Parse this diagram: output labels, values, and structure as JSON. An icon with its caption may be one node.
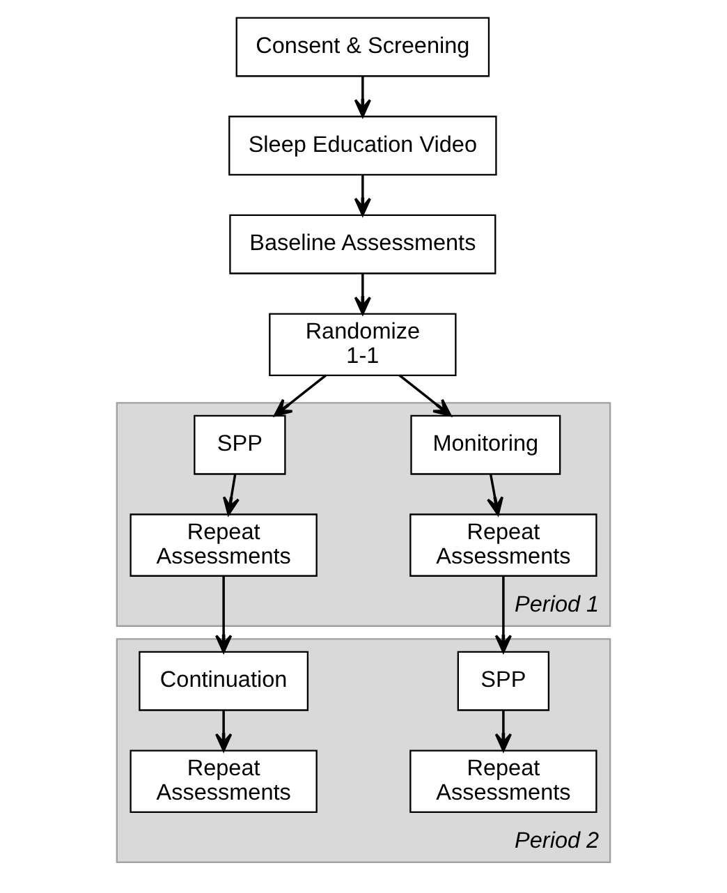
{
  "diagram": {
    "nodes": [
      {
        "text": [
          "Consent & Screening"
        ]
      },
      {
        "text": [
          "Sleep Education Video"
        ]
      },
      {
        "text": [
          "Baseline Assessments"
        ]
      },
      {
        "text": [
          "Randomize 1-1"
        ]
      },
      {
        "text": [
          "Period 1"
        ]
      },
      {
        "text": [
          "Monitoring"
        ],
        "in": 4
      },
      {
        "text": [
          "SPP"
        ],
        "in": 4
      },
      {
        "text": [
          "Repeat Assessments"
        ],
        "in": 4
      },
      {
        "text": [
          "Repeat Assessments"
        ],
        "in": 4
      },
      {
        "text": [
          "Period 2"
        ]
      },
      {
        "text": [
          "SPP"
        ],
        "in": 9
      },
      {
        "text": [
          "Continuation"
        ],
        "in": 9
      },
      {
        "text": [
          "Repeat Assessments"
        ],
        "in": 9
      },
      {
        "text": [
          "Repeat Assessments"
        ],
        "in": 9
      }
    ],
    "edges": [
      {
        "from": 0,
        "to": 1,
        "arrow": "to"
      },
      {
        "from": 1,
        "to": 2,
        "arrow": "to"
      },
      {
        "from": 2,
        "to": 3,
        "arrow": "to"
      },
      {
        "from": 3,
        "to": 5,
        "arrow": "to"
      },
      {
        "from": 3,
        "to": 6,
        "arrow": "to"
      },
      {
        "from": 5,
        "to": 7,
        "arrow": "to"
      },
      {
        "from": 6,
        "to": 8,
        "arrow": "to"
      },
      {
        "from": 7,
        "to": 10,
        "arrow": "to"
      },
      {
        "from": 8,
        "to": 11,
        "arrow": "to"
      },
      {
        "from": 10,
        "to": 12,
        "arrow": "to"
      },
      {
        "from": 11,
        "to": 13,
        "arrow": "to"
      }
    ]
  }
}
